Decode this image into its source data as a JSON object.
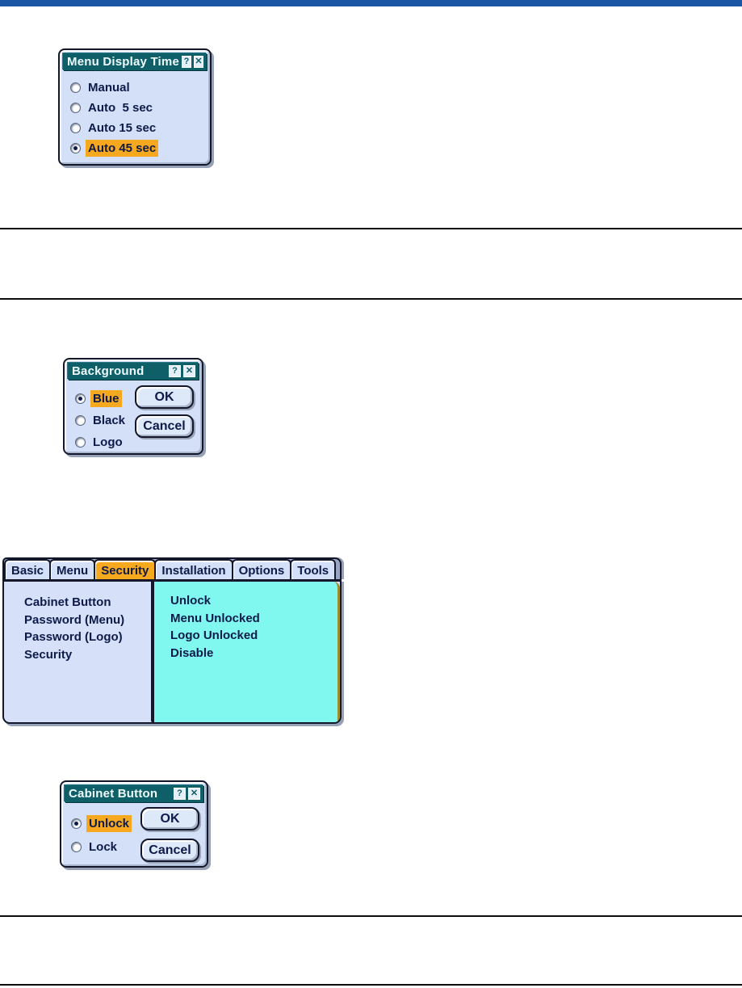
{
  "page": {
    "top_bar_color": "#1b56a4",
    "background_color": "#ffffff"
  },
  "colors": {
    "dialog_body": "#d3e0f7",
    "title_bar": "#0e5f68",
    "title_text": "#effcff",
    "text": "#0e1a4a",
    "highlight_orange": "#f6a81e",
    "cyan_value_panel": "#80f8ef",
    "tab_strip_filler": "#9aa5c3",
    "value_panel_right_edge": "#9d8d2b"
  },
  "glyphs": {
    "help": "?",
    "close": "✕"
  },
  "dialogs": {
    "menu_display_time": {
      "title": "Menu Display Time",
      "options": [
        {
          "label": "Manual"
        },
        {
          "label": "Auto  5 sec"
        },
        {
          "label": "Auto 15 sec"
        },
        {
          "label": "Auto 45 sec",
          "selected": true,
          "highlighted": true
        }
      ]
    },
    "background": {
      "title": "Background",
      "options": [
        {
          "label": "Blue",
          "selected": true,
          "highlighted": true
        },
        {
          "label": "Black"
        },
        {
          "label": "Logo"
        }
      ],
      "buttons": {
        "ok": "OK",
        "cancel": "Cancel"
      }
    },
    "cabinet_button": {
      "title": "Cabinet Button",
      "options": [
        {
          "label": "Unlock",
          "selected": true,
          "highlighted": true
        },
        {
          "label": "Lock"
        }
      ],
      "buttons": {
        "ok": "OK",
        "cancel": "Cancel"
      }
    }
  },
  "security_panel": {
    "tabs": [
      {
        "label": "Basic"
      },
      {
        "label": "Menu"
      },
      {
        "label": "Security",
        "selected": true
      },
      {
        "label": "Installation"
      },
      {
        "label": "Options"
      },
      {
        "label": "Tools"
      }
    ],
    "rows": [
      {
        "label": "Cabinet Button",
        "value": "Unlock"
      },
      {
        "label": "Password (Menu)",
        "value": "Menu Unlocked"
      },
      {
        "label": "Password (Logo)",
        "value": "Logo Unlocked"
      },
      {
        "label": "Security",
        "value": "Disable"
      }
    ]
  }
}
